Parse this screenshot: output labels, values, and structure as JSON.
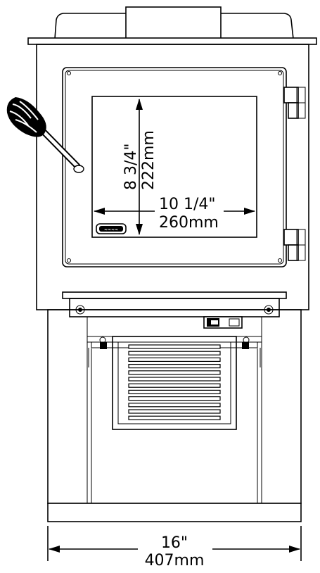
{
  "dimensions": {
    "glass_height_in": "8 3/4\"",
    "glass_height_mm": "222mm",
    "glass_width_in": "10 1/4\"",
    "glass_width_mm": "260mm",
    "overall_width_in": "16\"",
    "overall_width_mm": "407mm"
  },
  "colors": {
    "line": "#000000",
    "background": "#ffffff"
  }
}
